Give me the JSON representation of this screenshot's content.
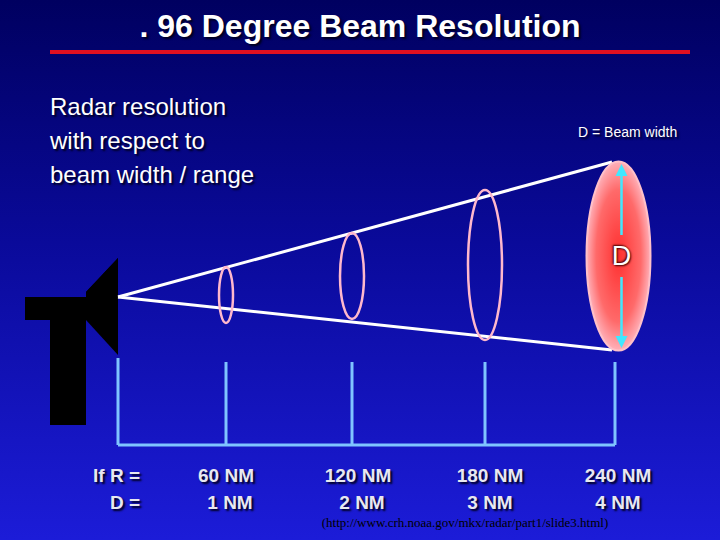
{
  "diagram": {
    "title": ". 96 Degree Beam Resolution",
    "caption": "(http://www.crh.noaa.gov/mkx/radar/part1/slide3.html)",
    "nodes": [
      {
        "text": [
          "D"
        ]
      }
    ],
    "labels": [
      "Radar resolution with respect to beam width / range",
      "D = Beam width",
      "If R =",
      "D =",
      "60 NM",
      "1 NM",
      "120 NM",
      "2 NM",
      "180 NM",
      "3 NM",
      "240 NM",
      "4 NM"
    ]
  }
}
